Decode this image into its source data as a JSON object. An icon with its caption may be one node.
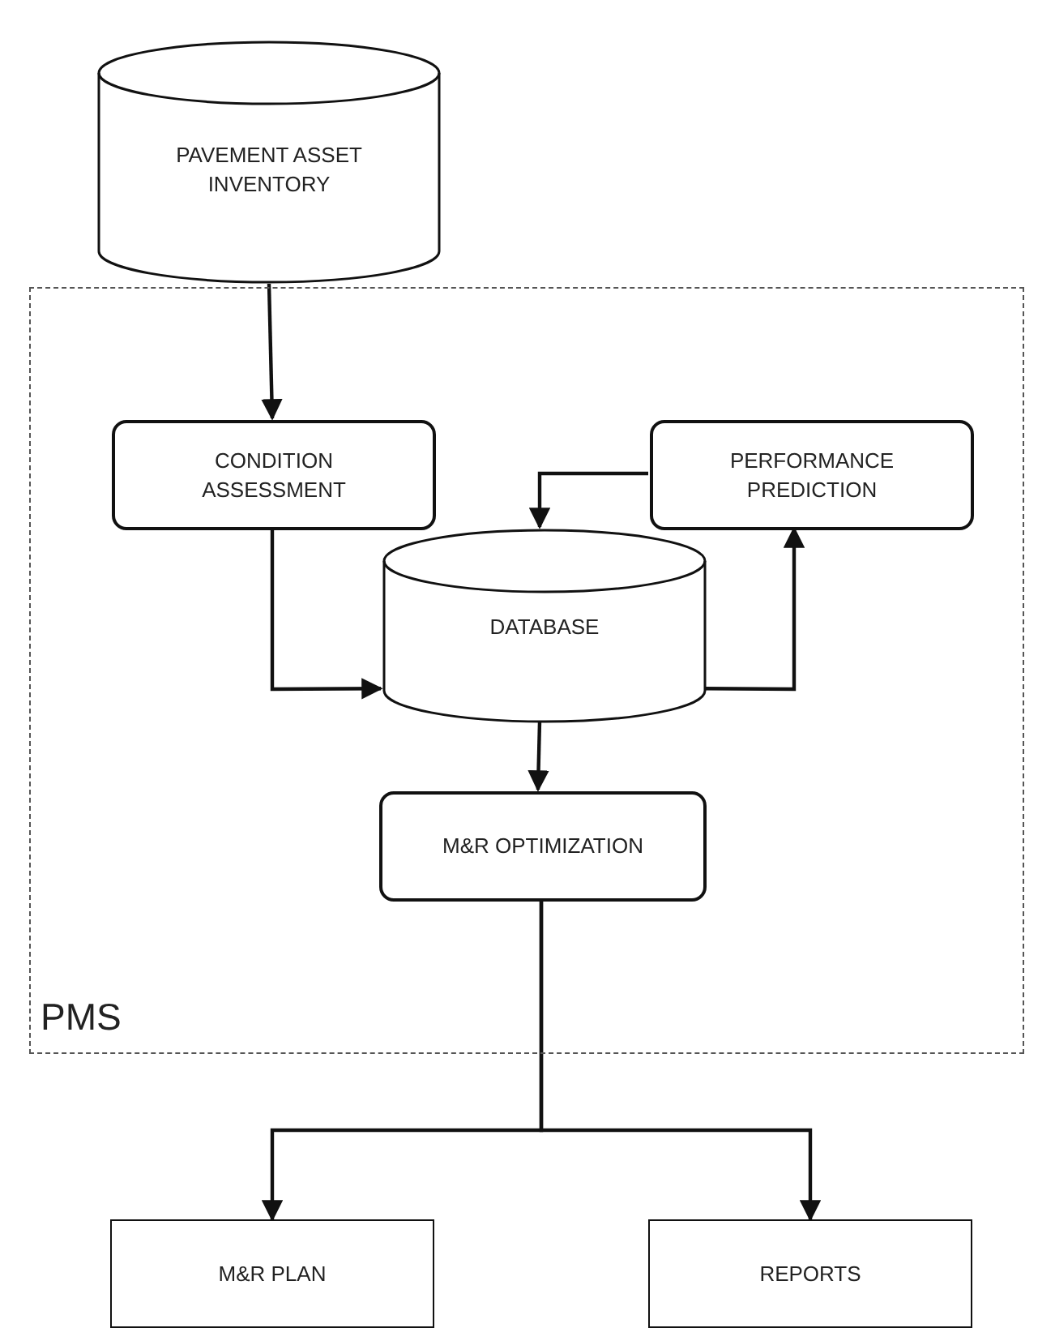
{
  "diagram": {
    "nodes": [
      {
        "text": [
          "PAVEMENT ASSET INVENTORY"
        ]
      },
      {
        "text": [
          "PMS"
        ]
      },
      {
        "text": [
          "CONDITION ASSESSMENT"
        ],
        "in": 1
      },
      {
        "text": [
          "PERFORMANCE PREDICTION"
        ],
        "in": 1
      },
      {
        "text": [
          "DATABASE"
        ],
        "in": 1
      },
      {
        "text": [
          "M&R OPTIMIZATION"
        ],
        "in": 1
      },
      {
        "text": [
          "M&R PLAN"
        ]
      },
      {
        "text": [
          "REPORTS"
        ]
      }
    ],
    "edges": [
      {
        "from": 0,
        "to": 2,
        "arrow": "to"
      },
      {
        "from": 2,
        "to": 4,
        "arrow": "to"
      },
      {
        "from": 4,
        "to": 3,
        "arrow": "to"
      },
      {
        "from": 3,
        "to": 4,
        "arrow": "to"
      },
      {
        "from": 4,
        "to": 5,
        "arrow": "to"
      },
      {
        "from": 5,
        "to": 6,
        "arrow": "to"
      },
      {
        "from": 5,
        "to": 7,
        "arrow": "to"
      }
    ]
  }
}
